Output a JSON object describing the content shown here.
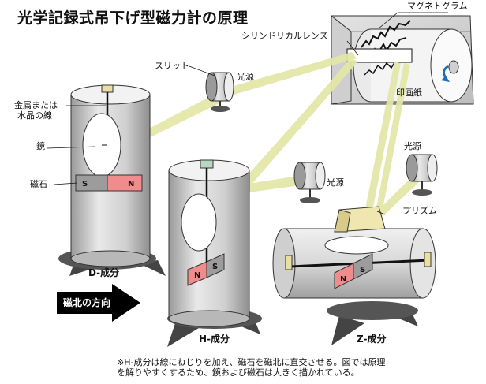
{
  "title": "光学記録式吊下げ型磁力計の原理",
  "labels": {
    "magnetogram": "マグネトグラム",
    "cylindrical_lens": "シリンドリカルレンズ",
    "slit": "スリット",
    "light_source_1": "光源",
    "light_source_2": "光源",
    "light_source_3": "光源",
    "photo_paper": "印画紙",
    "metal_wire_line1": "金属または",
    "metal_wire_line2": "水晶の線",
    "mirror": "鏡",
    "magnet": "磁石",
    "prism": "プリズム",
    "d_component": "D-成分",
    "h_component": "H-成分",
    "z_component": "Z-成分",
    "north_direction": "磁北の方向"
  },
  "magnet_letters": {
    "d_s": "S",
    "d_n": "N",
    "h_n": "N",
    "h_s": "S",
    "z_n": "N",
    "z_s": "S"
  },
  "footnote": {
    "line1": "※H-成分は線にねじりを加え、磁石を磁北に直交させる。図では原理",
    "line2": "を解りやすくするため、鏡および磁石は大きく描かれている。"
  },
  "colors": {
    "light_beam": "#e3e7a6",
    "magnet_north": "#f08c8c",
    "magnet_south": "#9c9c9c",
    "cylinder": "#d6d6d6",
    "arrow": "#000000"
  }
}
